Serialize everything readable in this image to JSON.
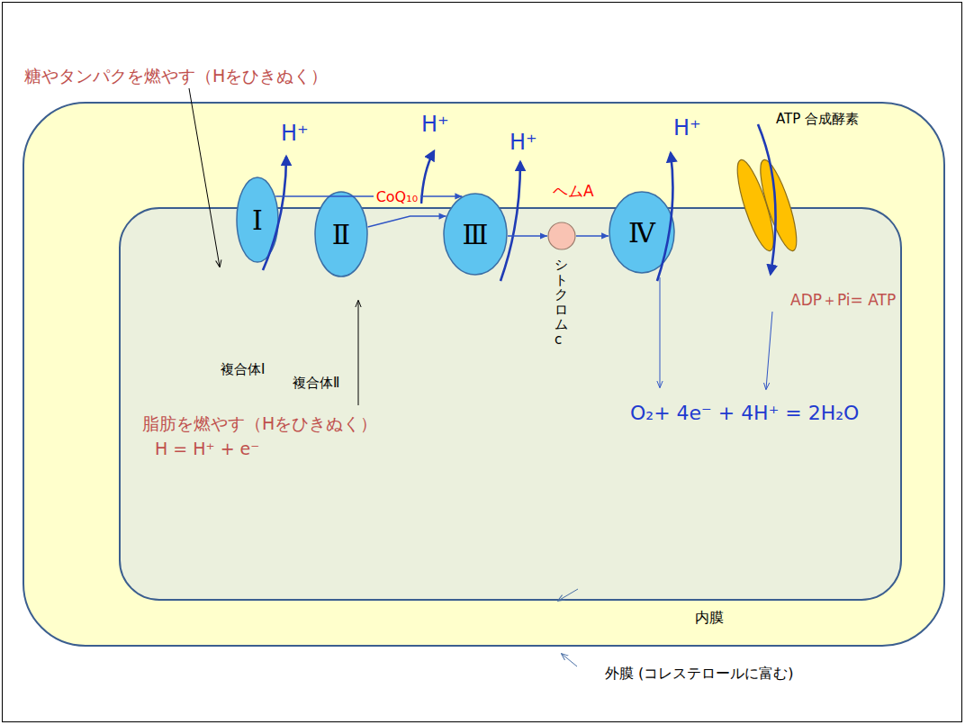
{
  "diagram": {
    "nodes": [
      {
        "text": [
          "外膜 (コレステロールに富む)"
        ]
      },
      {
        "text": [
          "内膜"
        ],
        "in": 0
      },
      {
        "text": [
          "Ⅰ"
        ],
        "in": 1
      },
      {
        "text": [
          "Ⅱ"
        ],
        "in": 1
      },
      {
        "text": [
          "Ⅲ"
        ],
        "in": 1
      },
      {
        "text": [
          "シトクロムc"
        ],
        "in": 1
      },
      {
        "text": [
          "Ⅳ"
        ],
        "in": 1
      },
      {
        "text": [
          "ATP 合成酵素"
        ],
        "in": 1
      }
    ],
    "edges": [
      {
        "from": 2,
        "to": 4,
        "arrow": "to",
        "label": "CoQ₁₀"
      },
      {
        "from": 3,
        "to": 4,
        "arrow": "to"
      },
      {
        "from": 4,
        "to": 5,
        "arrow": "to"
      },
      {
        "from": 5,
        "to": 6,
        "arrow": "to"
      }
    ],
    "labels": [
      "糖やタンパクを燃やす（Hをひきぬく）",
      "H⁺",
      "H⁺",
      "H⁺",
      "H⁺",
      "ヘムA",
      "ADP＋Pi= ATP",
      "複合体Ⅰ",
      "複合体Ⅱ",
      "O₂+ 4e⁻ + 4H⁺ = 2H₂O",
      "脂肪を燃やす（Hをひきぬく）",
      "H = H⁺ + e⁻"
    ]
  }
}
